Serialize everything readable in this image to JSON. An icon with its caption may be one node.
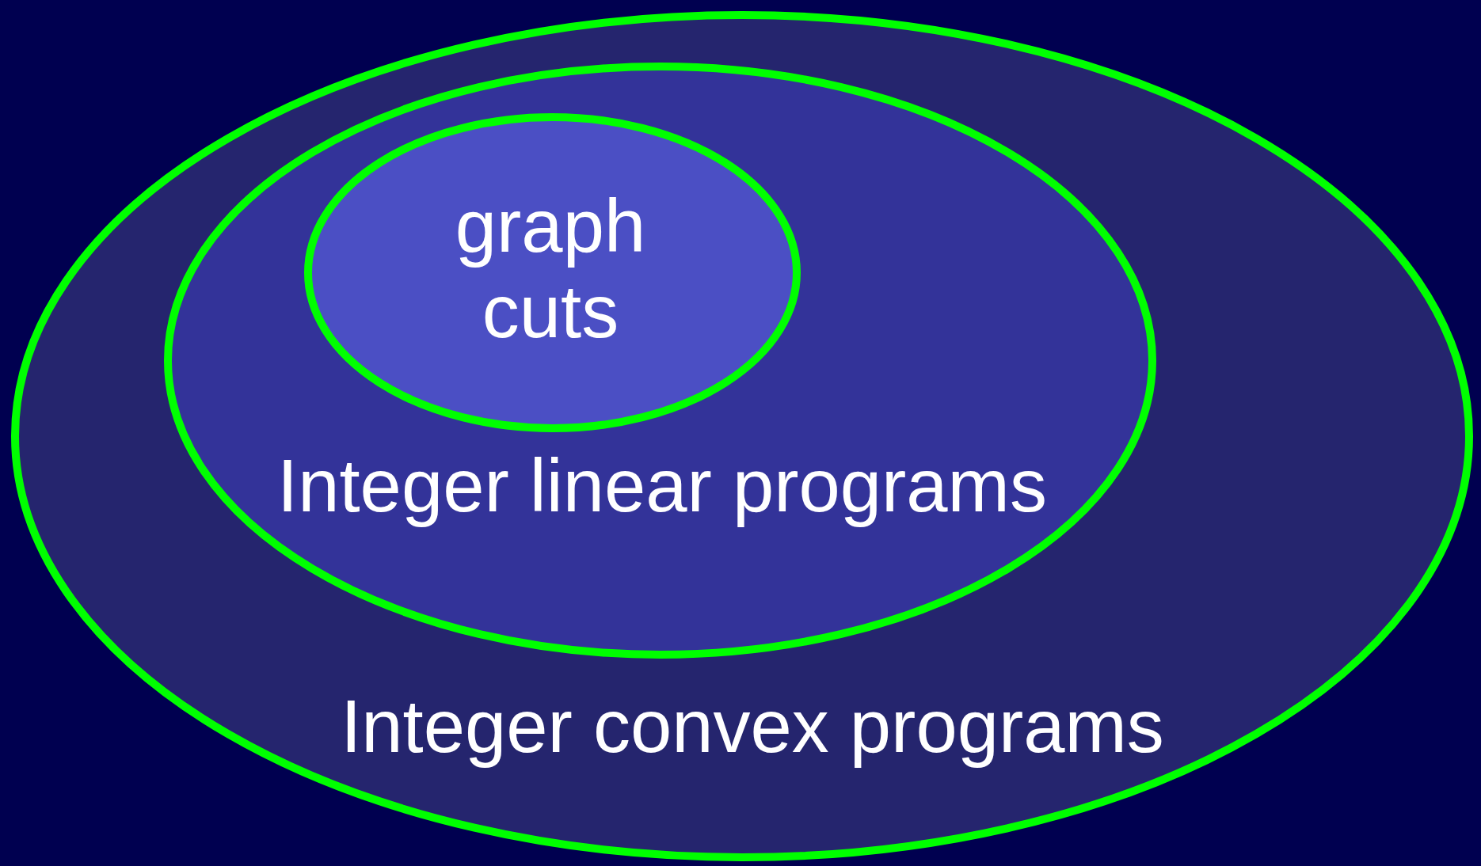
{
  "diagram": {
    "nodes": [
      {
        "text": [
          "Integer convex programs"
        ]
      },
      {
        "text": [
          "Integer linear programs"
        ],
        "in": 0
      },
      {
        "text": [
          "graph cuts"
        ],
        "in": 1
      }
    ]
  }
}
